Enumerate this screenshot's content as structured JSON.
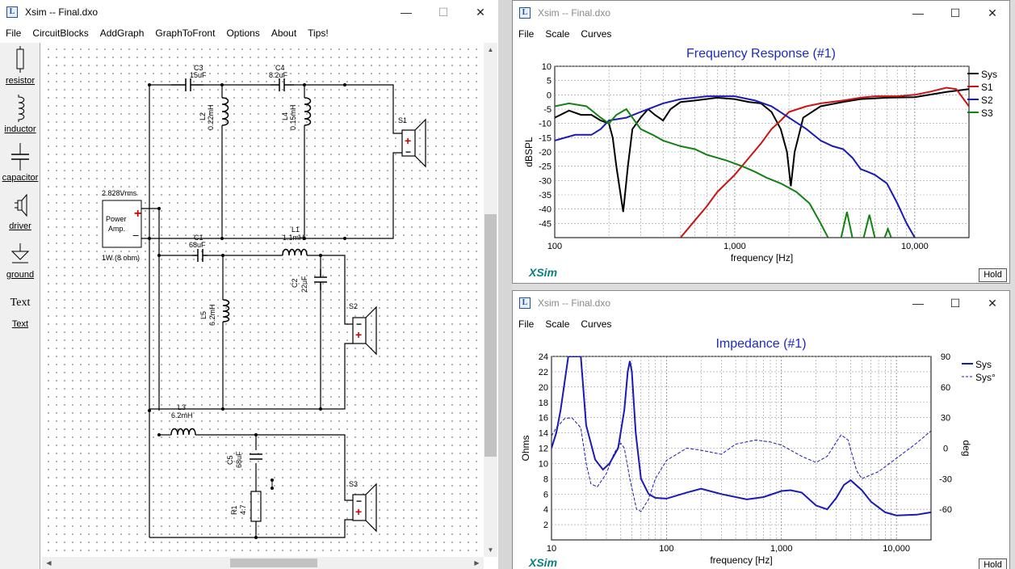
{
  "left_window": {
    "title": "Xsim -- Final.dxo",
    "menu": [
      "File",
      "CircuitBlocks",
      "AddGraph",
      "GraphToFront",
      "Options",
      "About",
      "Tips!"
    ],
    "tools": [
      {
        "label": "resistor",
        "icon": "resistor-icon"
      },
      {
        "label": "inductor",
        "icon": "inductor-icon"
      },
      {
        "label": "capacitor",
        "icon": "capacitor-icon"
      },
      {
        "label": "driver",
        "icon": "driver-icon"
      },
      {
        "label": "ground",
        "icon": "ground-icon"
      },
      {
        "label": "Text",
        "icon": "text-icon"
      }
    ],
    "schematic": {
      "source_voltage": "2.828Vrms",
      "source_power": "1W (8 ohm)",
      "source_name_line1": "Power",
      "source_name_line2": "Amp.",
      "components": {
        "C3": {
          "name": "C3",
          "value": "15uF"
        },
        "C4": {
          "name": "C4",
          "value": "8.2uF"
        },
        "L2": {
          "name": "L2",
          "value": "0.22mH"
        },
        "L4": {
          "name": "L4",
          "value": "0.15mH"
        },
        "S1": {
          "name": "S1"
        },
        "C1": {
          "name": "C1",
          "value": "68uF"
        },
        "L1": {
          "name": "L1",
          "value": "1.1mH"
        },
        "C2": {
          "name": "C2",
          "value": "22uF"
        },
        "L5": {
          "name": "L5",
          "value": "6.2mH"
        },
        "S2": {
          "name": "S2"
        },
        "L3": {
          "name": "L3",
          "value": "6.2mH"
        },
        "C5": {
          "name": "C5",
          "value": "68uF"
        },
        "R1": {
          "name": "R1",
          "value": "4.7"
        },
        "S3": {
          "name": "S3"
        }
      }
    }
  },
  "freq_window": {
    "title": "Xsim -- Final.dxo",
    "menu": [
      "File",
      "Scale",
      "Curves"
    ],
    "graph_title": "Frequency Response (#1)",
    "logo": "XSim",
    "hold_label": "Hold"
  },
  "imp_window": {
    "title": "Xsim -- Final.dxo",
    "menu": [
      "File",
      "Scale",
      "Curves"
    ],
    "graph_title": "Impedance (#1)",
    "logo": "XSim",
    "hold_label": "Hold"
  },
  "chart_data": [
    {
      "type": "line",
      "title": "Frequency Response (#1)",
      "xlabel": "frequency [Hz]",
      "ylabel": "dBSPL",
      "xscale": "log",
      "xlim": [
        100,
        20000
      ],
      "ylim": [
        -50,
        10
      ],
      "xticks": [
        "100",
        "1,000",
        "10,000"
      ],
      "yticks": [
        "10",
        "5",
        "0",
        "-5",
        "-10",
        "-15",
        "-20",
        "-25",
        "-30",
        "-35",
        "-40",
        "-45"
      ],
      "grid": true,
      "legend": "right",
      "colors": {
        "Sys": "#000000",
        "S1": "#c81414",
        "S2": "#1a1ab4",
        "S3": "#128212"
      },
      "series": [
        {
          "name": "Sys",
          "points": [
            [
              100,
              -8
            ],
            [
              120,
              -5.5
            ],
            [
              140,
              -7
            ],
            [
              160,
              -7
            ],
            [
              180,
              -9
            ],
            [
              200,
              -10
            ],
            [
              210,
              -15
            ],
            [
              220,
              -25
            ],
            [
              240,
              -41
            ],
            [
              255,
              -25
            ],
            [
              270,
              -12
            ],
            [
              300,
              -8
            ],
            [
              330,
              -5
            ],
            [
              360,
              -7
            ],
            [
              400,
              -9
            ],
            [
              440,
              -5
            ],
            [
              500,
              -2.5
            ],
            [
              600,
              -2
            ],
            [
              800,
              -1
            ],
            [
              1000,
              -1.5
            ],
            [
              1200,
              -2.5
            ],
            [
              1400,
              -3
            ],
            [
              1600,
              -6
            ],
            [
              1800,
              -12
            ],
            [
              1950,
              -20
            ],
            [
              2050,
              -32
            ],
            [
              2150,
              -20
            ],
            [
              2400,
              -8
            ],
            [
              3000,
              -4
            ],
            [
              4000,
              -2.5
            ],
            [
              5000,
              -1.5
            ],
            [
              7000,
              -1
            ],
            [
              10000,
              -0.8
            ],
            [
              15000,
              1
            ],
            [
              20000,
              2
            ]
          ]
        },
        {
          "name": "S1",
          "points": [
            [
              500,
              -50
            ],
            [
              600,
              -44
            ],
            [
              700,
              -39
            ],
            [
              800,
              -34
            ],
            [
              1000,
              -28
            ],
            [
              1200,
              -22
            ],
            [
              1400,
              -17
            ],
            [
              1600,
              -12
            ],
            [
              1800,
              -9
            ],
            [
              2000,
              -6
            ],
            [
              2500,
              -4
            ],
            [
              3000,
              -3
            ],
            [
              4000,
              -2
            ],
            [
              5000,
              -1
            ],
            [
              6000,
              -0.5
            ],
            [
              8000,
              -0.5
            ],
            [
              10000,
              0
            ],
            [
              12000,
              1
            ],
            [
              15000,
              2.5
            ],
            [
              17000,
              2
            ],
            [
              20000,
              -4
            ]
          ]
        },
        {
          "name": "S2",
          "points": [
            [
              100,
              -16
            ],
            [
              130,
              -14
            ],
            [
              160,
              -14
            ],
            [
              180,
              -12
            ],
            [
              200,
              -9
            ],
            [
              250,
              -8
            ],
            [
              300,
              -6
            ],
            [
              400,
              -3
            ],
            [
              500,
              -1.5
            ],
            [
              600,
              -1
            ],
            [
              700,
              -0.5
            ],
            [
              1000,
              -0.5
            ],
            [
              1300,
              -2
            ],
            [
              1600,
              -4
            ],
            [
              2000,
              -8
            ],
            [
              2500,
              -12
            ],
            [
              3000,
              -16
            ],
            [
              3500,
              -18
            ],
            [
              4000,
              -19
            ],
            [
              4500,
              -22
            ],
            [
              5000,
              -26
            ],
            [
              5500,
              -27
            ],
            [
              6000,
              -28
            ],
            [
              7000,
              -31
            ],
            [
              8000,
              -38
            ],
            [
              9000,
              -45
            ],
            [
              10000,
              -50
            ]
          ]
        },
        {
          "name": "S3",
          "points": [
            [
              100,
              -4
            ],
            [
              120,
              -3
            ],
            [
              150,
              -4
            ],
            [
              180,
              -8
            ],
            [
              200,
              -10
            ],
            [
              220,
              -7
            ],
            [
              250,
              -5
            ],
            [
              270,
              -8
            ],
            [
              300,
              -12
            ],
            [
              350,
              -14
            ],
            [
              400,
              -16
            ],
            [
              500,
              -18
            ],
            [
              600,
              -19
            ],
            [
              700,
              -21
            ],
            [
              900,
              -23
            ],
            [
              1100,
              -25
            ],
            [
              1300,
              -27
            ],
            [
              1500,
              -29
            ],
            [
              1800,
              -31
            ],
            [
              2200,
              -34
            ],
            [
              2600,
              -38
            ],
            [
              3000,
              -45
            ],
            [
              3300,
              -50
            ]
          ]
        },
        {
          "name": "S3",
          "points": [
            [
              3900,
              -50
            ],
            [
              4200,
              -41
            ],
            [
              4500,
              -50
            ]
          ]
        },
        {
          "name": "S3",
          "points": [
            [
              5200,
              -50
            ],
            [
              5600,
              -42
            ],
            [
              6000,
              -50
            ]
          ]
        },
        {
          "name": "S3",
          "points": [
            [
              6800,
              -50
            ],
            [
              7100,
              -47
            ],
            [
              7400,
              -50
            ]
          ]
        }
      ]
    },
    {
      "type": "line",
      "title": "Impedance (#1)",
      "xlabel": "frequency [Hz]",
      "ylabel": "Ohms",
      "y2label": "deg",
      "xscale": "log",
      "xlim": [
        10,
        20000
      ],
      "ylim": [
        0,
        24
      ],
      "y2lim": [
        -90,
        90
      ],
      "xticks": [
        "10",
        "100",
        "1,000",
        "10,000"
      ],
      "yticks": [
        "24",
        "22",
        "20",
        "18",
        "16",
        "14",
        "12",
        "10",
        "8",
        "6",
        "4",
        "2"
      ],
      "y2ticks": [
        "90",
        "60",
        "30",
        "0",
        "-30",
        "-60"
      ],
      "grid": true,
      "legend": "top-right",
      "colors": {
        "Sys": "#1a1ab4"
      },
      "series": [
        {
          "name": "Sys",
          "axis": "left",
          "style": "solid",
          "points": [
            [
              10,
              12
            ],
            [
              11,
              14
            ],
            [
              12,
              17
            ],
            [
              14,
              24
            ],
            [
              18,
              24
            ],
            [
              20,
              15
            ],
            [
              24,
              10.5
            ],
            [
              28,
              9.2
            ],
            [
              32,
              10
            ],
            [
              38,
              12
            ],
            [
              43,
              17
            ],
            [
              46,
              22
            ],
            [
              48,
              23.4
            ],
            [
              50,
              22
            ],
            [
              54,
              14
            ],
            [
              60,
              8
            ],
            [
              70,
              6
            ],
            [
              80,
              5.5
            ],
            [
              100,
              5.4
            ],
            [
              150,
              6.2
            ],
            [
              200,
              6.7
            ],
            [
              300,
              6
            ],
            [
              500,
              5.3
            ],
            [
              700,
              5.6
            ],
            [
              1000,
              6.4
            ],
            [
              1200,
              6.5
            ],
            [
              1500,
              6.2
            ],
            [
              2000,
              4.5
            ],
            [
              2500,
              4
            ],
            [
              3000,
              5.5
            ],
            [
              3500,
              7.2
            ],
            [
              4000,
              7.8
            ],
            [
              5000,
              6.5
            ],
            [
              6000,
              5
            ],
            [
              8000,
              3.6
            ],
            [
              10000,
              3.2
            ],
            [
              15000,
              3.3
            ],
            [
              20000,
              3.6
            ]
          ]
        },
        {
          "name": "Sys°",
          "axis": "right",
          "style": "dashed",
          "points": [
            [
              10,
              12
            ],
            [
              11,
              20
            ],
            [
              13,
              29
            ],
            [
              15,
              30
            ],
            [
              18,
              20
            ],
            [
              20,
              -15
            ],
            [
              22,
              -35
            ],
            [
              25,
              -38
            ],
            [
              30,
              -25
            ],
            [
              35,
              -5
            ],
            [
              40,
              5
            ],
            [
              43,
              0
            ],
            [
              48,
              -30
            ],
            [
              55,
              -60
            ],
            [
              60,
              -62
            ],
            [
              70,
              -50
            ],
            [
              80,
              -30
            ],
            [
              100,
              -12
            ],
            [
              150,
              0
            ],
            [
              200,
              -2
            ],
            [
              300,
              -6
            ],
            [
              400,
              4
            ],
            [
              600,
              8
            ],
            [
              800,
              6
            ],
            [
              1000,
              3
            ],
            [
              1500,
              -8
            ],
            [
              2000,
              -14
            ],
            [
              2500,
              -8
            ],
            [
              3000,
              6
            ],
            [
              3300,
              13
            ],
            [
              3800,
              8
            ],
            [
              4500,
              -22
            ],
            [
              5000,
              -30
            ],
            [
              7000,
              -23
            ],
            [
              10000,
              -10
            ],
            [
              15000,
              5
            ],
            [
              20000,
              17
            ]
          ]
        }
      ]
    }
  ]
}
